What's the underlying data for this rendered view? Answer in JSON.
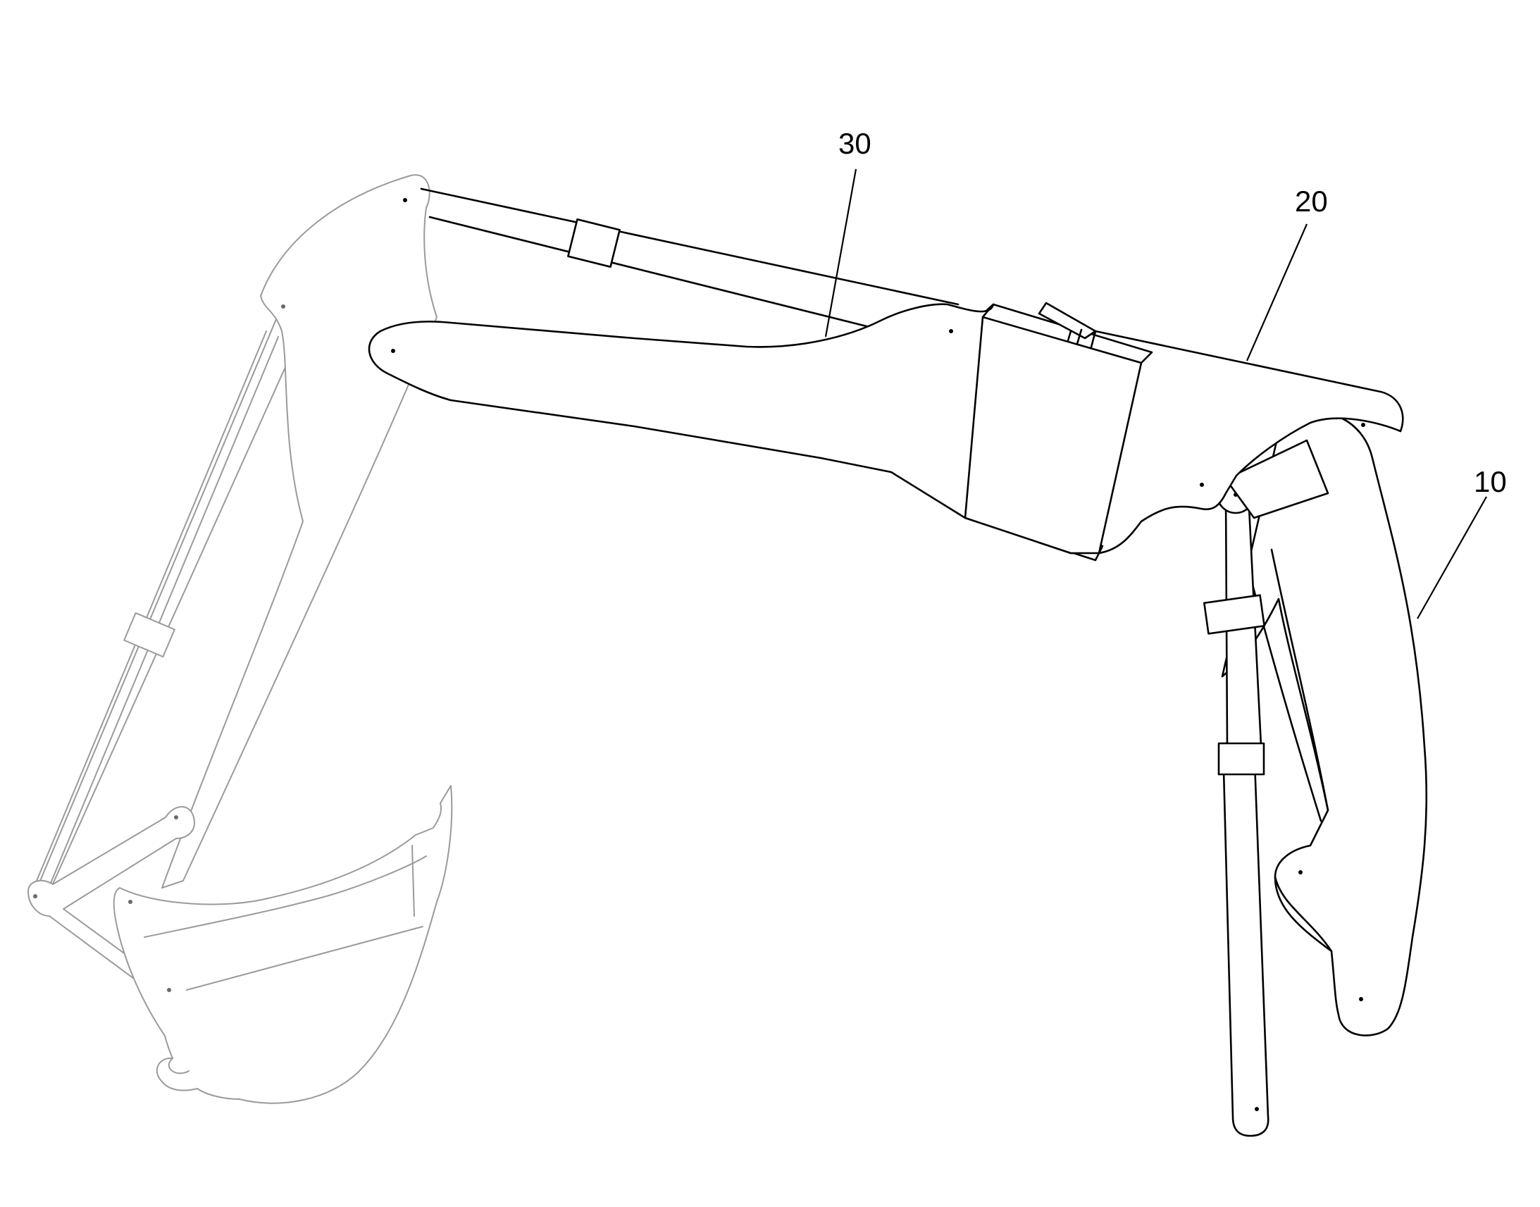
{
  "figure": {
    "reference_labels": [
      {
        "id": "boom",
        "text": "10"
      },
      {
        "id": "arm",
        "text": "20"
      },
      {
        "id": "arm-extension",
        "text": "30"
      }
    ]
  }
}
